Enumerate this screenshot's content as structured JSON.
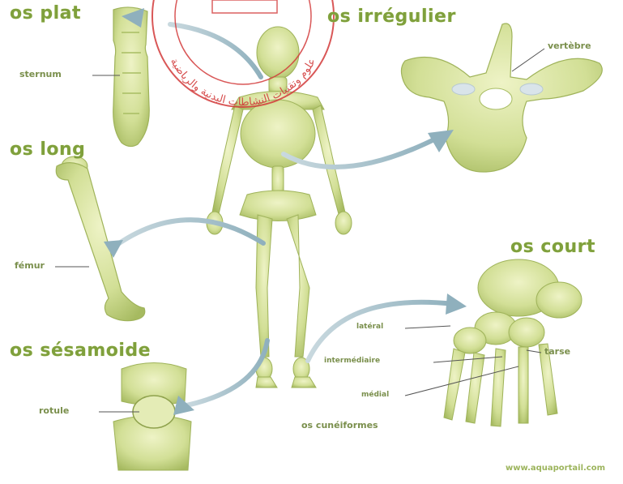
{
  "categories": {
    "plat": "os plat",
    "irregulier": "os irrégulier",
    "long": "os long",
    "court": "os court",
    "sesamoide": "os sésamoide"
  },
  "labels": {
    "sternum": "sternum",
    "vertebre": "vertèbre",
    "femur": "fémur",
    "rotule": "rotule",
    "lateral": "latéral",
    "intermediaire": "intermédiaire",
    "medial": "médial",
    "tarse": "tarse",
    "cuneiformes": "os cunéiformes"
  },
  "credit": "www.aquaportail.com",
  "stamp": {
    "text_arabic": "علوم وتقنيات النشاطات البدنية والرياضية"
  },
  "colors": {
    "bone": "#d7e3a0",
    "bone_shade": "#a8bd63",
    "title": "#7fa03c",
    "arrow": "#a9c4cc",
    "stamp": "#d23a3a"
  }
}
